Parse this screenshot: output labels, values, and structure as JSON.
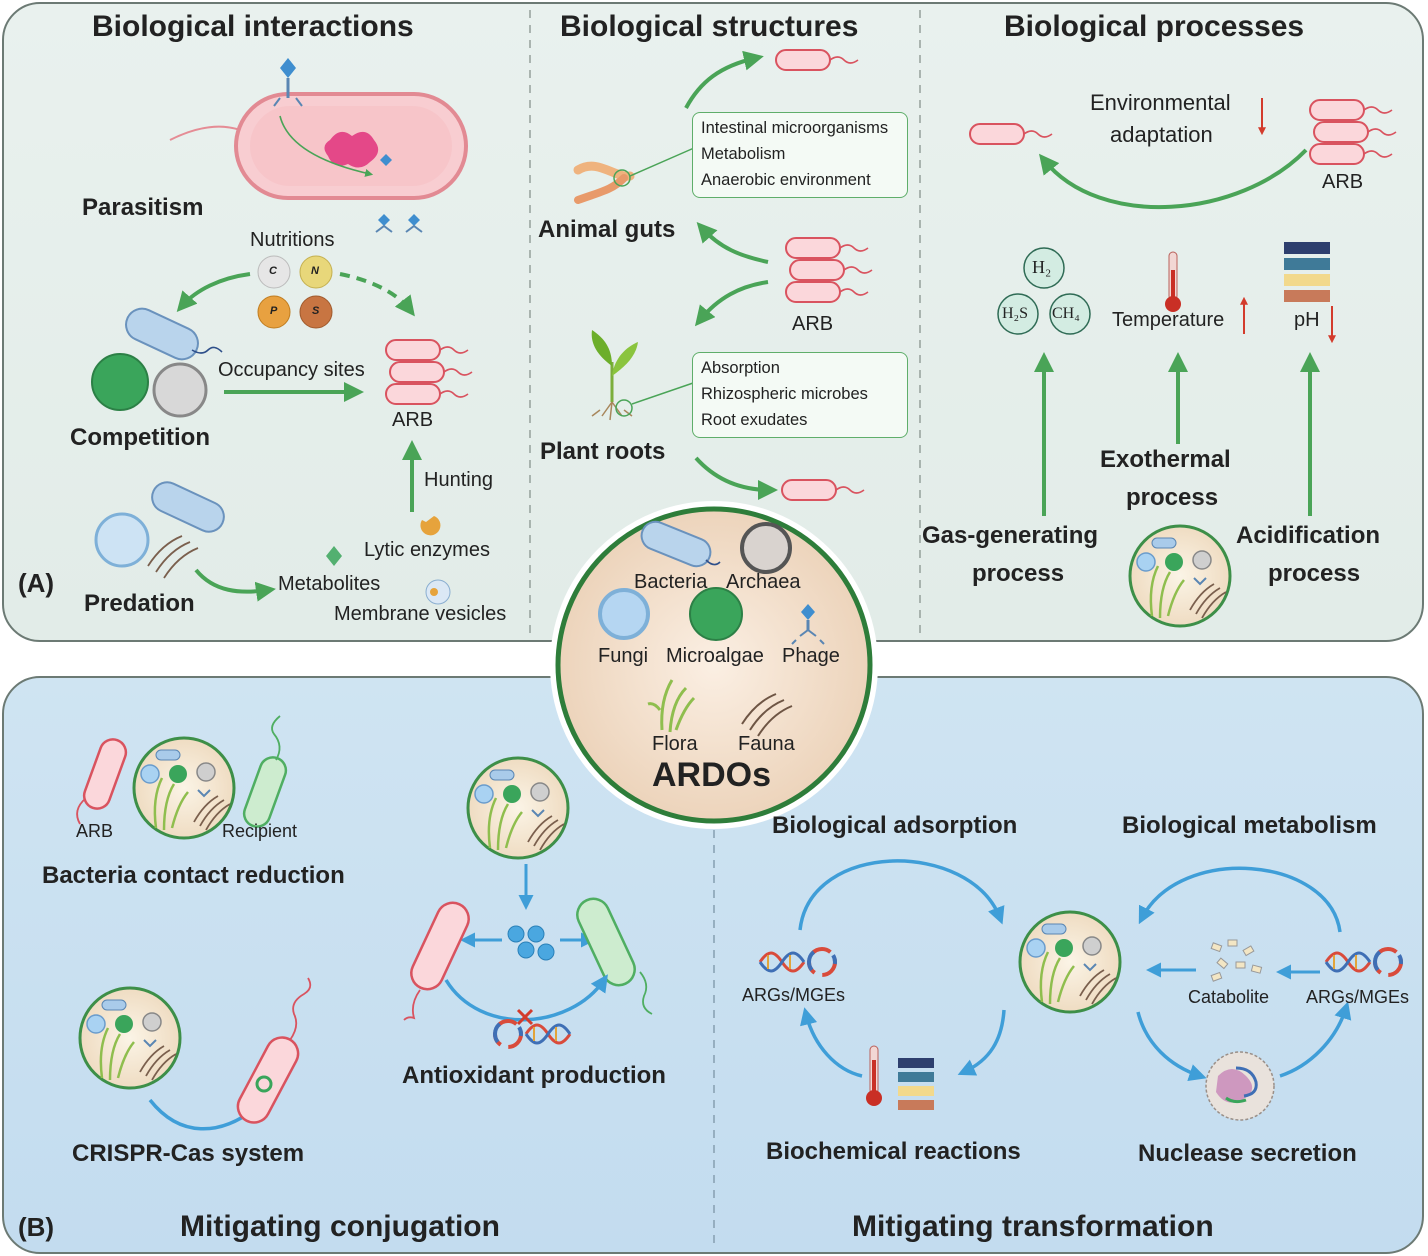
{
  "panel_a": {
    "label": "(A)",
    "interactions": {
      "title": "Biological interactions",
      "parasitism": "Parasitism",
      "nutritions": "Nutritions",
      "nutrients": [
        "C",
        "N",
        "P",
        "S"
      ],
      "occupancy": "Occupancy sites",
      "arb": "ARB",
      "competition": "Competition",
      "hunting": "Hunting",
      "lytic": "Lytic enzymes",
      "metabolites": "Metabolites",
      "vesicles": "Membrane vesicles",
      "predation": "Predation"
    },
    "structures": {
      "title": "Biological structures",
      "gut_items": [
        "Intestinal microorganisms",
        "Metabolism",
        "Anaerobic environment"
      ],
      "animal_guts": "Animal guts",
      "arb": "ARB",
      "root_items": [
        "Absorption",
        "Rhizospheric microbes",
        "Root exudates"
      ],
      "plant_roots": "Plant roots"
    },
    "processes": {
      "title": "Biological processes",
      "env_line1": "Environmental",
      "env_line2": "adaptation",
      "arb": "ARB",
      "gases": [
        "H₂",
        "H₂S",
        "CH₄"
      ],
      "temperature": "Temperature",
      "ph": "pH",
      "exo_line1": "Exothermal",
      "exo_line2": "process",
      "gas_line1": "Gas-generating",
      "gas_line2": "process",
      "acid_line1": "Acidification",
      "acid_line2": "process"
    }
  },
  "center": {
    "organisms": [
      "Bacteria",
      "Archaea",
      "Fungi",
      "Microalgae",
      "Phage",
      "Flora",
      "Fauna"
    ],
    "title": "ARDOs"
  },
  "panel_b": {
    "label": "(B)",
    "arb": "ARB",
    "recipient": "Recipient",
    "contact": "Bacteria contact reduction",
    "crispr": "CRISPR-Cas system",
    "antioxidant": "Antioxidant production",
    "conjugation": "Mitigating conjugation",
    "adsorption": "Biological adsorption",
    "metabolism": "Biological metabolism",
    "args_left": "ARGs/MGEs",
    "catabolite": "Catabolite",
    "args_right": "ARGs/MGEs",
    "biochem": "Biochemical reactions",
    "nuclease": "Nuclease secretion",
    "transformation": "Mitigating transformation"
  },
  "colors": {
    "panel_a_bg": "#e6efeb",
    "panel_b_bg": "#c9e0f0",
    "green_arrow": "#4aa457",
    "blue_arrow": "#3f9ed8",
    "arb_red": "#d9535f",
    "recipient_green": "#4fae62",
    "ardo_ring": "#2e7d3a"
  }
}
